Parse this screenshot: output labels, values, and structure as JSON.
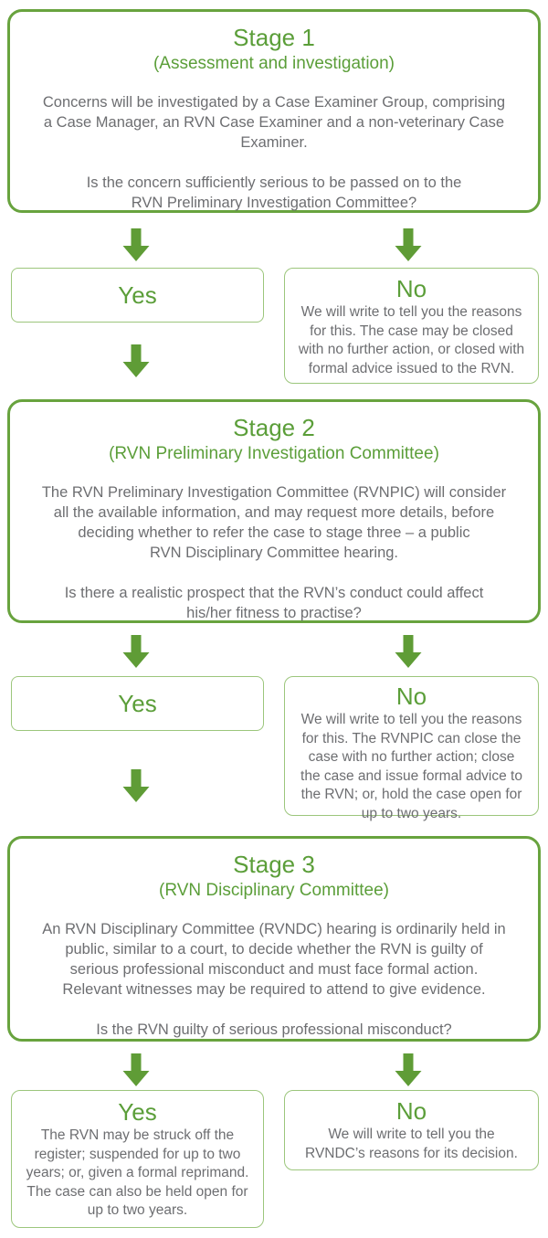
{
  "colors": {
    "stage_border_green": "#68a33e",
    "heading_green": "#5b9e39",
    "arrow_green": "#5f9c36",
    "decision_border_green": "#9cc67c",
    "body_gray": "#6d6e71"
  },
  "stages": [
    {
      "title": "Stage 1",
      "subtitle": "(Assessment and investigation)",
      "body": "Concerns will be investigated by a Case Examiner Group, comprising\na Case Manager, an RVN Case Examiner and a non-veterinary Case\nExaminer.",
      "question": "Is the concern sufficiently serious to be passed on to the\nRVN Preliminary Investigation Committee?"
    },
    {
      "title": "Stage 2",
      "subtitle": "(RVN Preliminary Investigation Committee)",
      "body": "The RVN Preliminary Investigation Committee (RVNPIC) will consider\nall the available information, and may request more details, before\ndeciding whether to refer the case to stage three – a public\nRVN Disciplinary Committee hearing.",
      "question": "Is there a realistic prospect that the RVN’s conduct could affect\nhis/her fitness to practise?"
    },
    {
      "title": "Stage 3",
      "subtitle": "(RVN Disciplinary Committee)",
      "body": "An RVN Disciplinary Committee (RVNDC) hearing is ordinarily held in\npublic, similar to a court, to decide whether the RVN is guilty of\nserious professional misconduct and must face formal action.\nRelevant witnesses may be required to attend to give evidence.",
      "question": "Is the RVN guilty of serious professional misconduct?"
    }
  ],
  "decisions": [
    {
      "yes": {
        "label": "Yes",
        "body": ""
      },
      "no": {
        "label": "No",
        "body": "We will write to tell you the reasons\nfor this. The case may be closed\nwith no further action, or closed with\nformal advice issued to the RVN."
      }
    },
    {
      "yes": {
        "label": "Yes",
        "body": ""
      },
      "no": {
        "label": "No",
        "body": "We will write to tell you the reasons\nfor this. The RVNPIC can close the\ncase with no further action; close\nthe case and issue formal advice to\nthe RVN; or, hold the case open for\nup to two years."
      }
    },
    {
      "yes": {
        "label": "Yes",
        "body": "The RVN may be struck off the\nregister; suspended for up to two\nyears; or, given a formal reprimand.\nThe case can also be held open for\nup to two years."
      },
      "no": {
        "label": "No",
        "body": "We will write to tell you the\nRVNDC’s reasons for its decision."
      }
    }
  ]
}
